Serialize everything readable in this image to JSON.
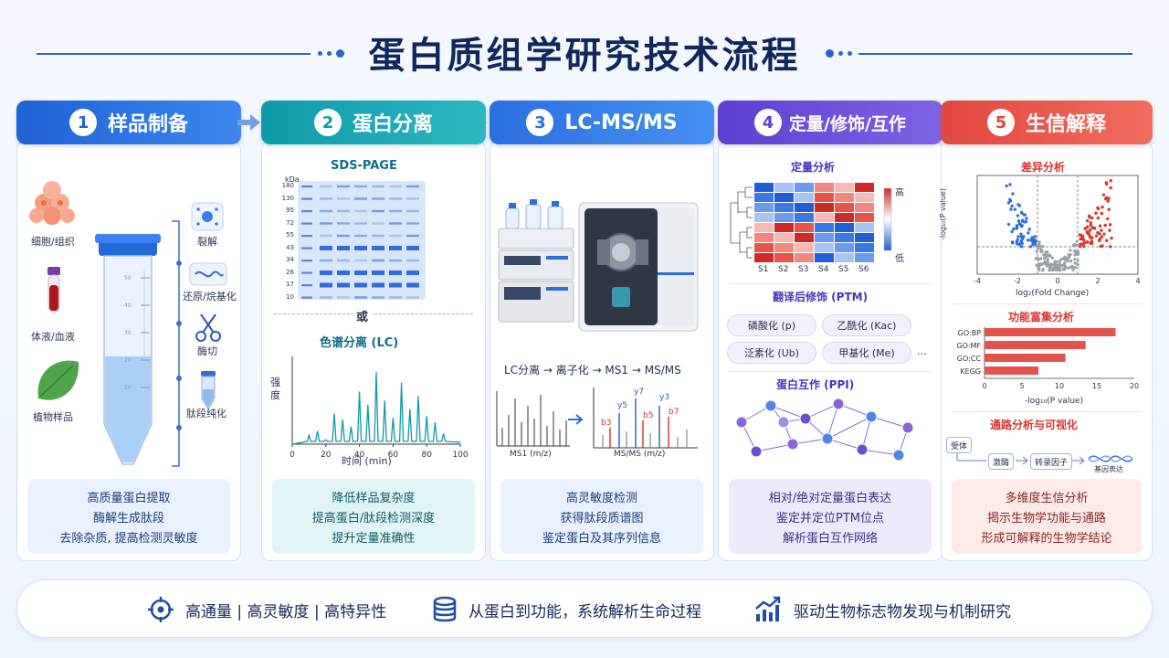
{
  "title": "蛋白质组学研究技术流程",
  "steps": [
    {
      "num": "1",
      "label": "样品制备"
    },
    {
      "num": "2",
      "label": "蛋白分离"
    },
    {
      "num": "3",
      "label": "LC-MS/MS"
    },
    {
      "num": "4",
      "label": "定量/修饰/互作"
    },
    {
      "num": "5",
      "label": "生信解释"
    }
  ],
  "step1": {
    "samples": [
      "细胞/组织",
      "体液/血液",
      "植物样品"
    ],
    "processes": [
      "裂解",
      "还原/烷基化",
      "酶切",
      "肽段纯化"
    ],
    "tube_ticks": [
      "50",
      "40",
      "30",
      "20",
      "10"
    ],
    "summary": [
      "高质量蛋白提取",
      "酶解生成肽段",
      "去除杂质, 提高检测灵敏度"
    ]
  },
  "step2": {
    "gel_title": "SDS-PAGE",
    "gel_unit": "kDa",
    "gel_markers": [
      "180",
      "130",
      "95",
      "72",
      "55",
      "43",
      "34",
      "26",
      "17",
      "10"
    ],
    "or_text": "或",
    "lc_title": "色谱分离 (LC)",
    "lc_ylabel": "强度",
    "lc_xlabel": "时间 (min)",
    "summary": [
      "降低样品复杂度",
      "提高蛋白/肽段检测深度",
      "提升定量准确性"
    ]
  },
  "step3": {
    "flow_text": "LC分离 → 离子化 → MS1 → MS/MS",
    "ms1_label": "MS1 (m/z)",
    "ms2_label": "MS/MS (m/z)",
    "ions": [
      "y5",
      "y7",
      "y3",
      "b3",
      "b5",
      "b7"
    ],
    "summary": [
      "高灵敏度检测",
      "获得肽段质谱图",
      "鉴定蛋白及其序列信息"
    ]
  },
  "step4": {
    "quant_title": "定量分析",
    "heatmap_samples": [
      "S1",
      "S2",
      "S3",
      "S4",
      "S5",
      "S6"
    ],
    "heat_high": "高",
    "heat_low": "低",
    "ptm_title": "翻译后修饰 (PTM)",
    "ptm_items": [
      "磷酸化 (p)",
      "乙酰化 (Kac)",
      "泛素化 (Ub)",
      "甲基化 (Me)"
    ],
    "ptm_more": "...",
    "ppi_title": "蛋白互作 (PPI)",
    "summary": [
      "相对/绝对定量蛋白表达",
      "鉴定并定位PTM位点",
      "解析蛋白互作网络"
    ]
  },
  "step5": {
    "volcano_title": "差异分析",
    "volcano_ylabel": "-log₁₀(P value)",
    "volcano_xlabel": "log₂(Fold Change)",
    "enrich_title": "功能富集分析",
    "enrich_xlabel": "-log₁₀(P value)",
    "pathway_title": "通路分析与可视化",
    "pathway_nodes": [
      "受体",
      "激酶",
      "转录因子",
      "基因表达"
    ],
    "summary": [
      "多维度生信分析",
      "揭示生物学功能与通路",
      "形成可解释的生物学结论"
    ]
  },
  "bottom": {
    "item1": "高通量 | 高灵敏度 | 高特异性",
    "item2": "从蛋白到功能，系统解析生命过程",
    "item3": "驱动生物标志物发现与机制研究"
  },
  "chart_data": [
    {
      "type": "bar",
      "categories": [
        "GO:BP",
        "GO:MF",
        "GO:CC",
        "KEGG"
      ],
      "values": [
        17.5,
        13.5,
        10.8,
        7.2
      ],
      "xlabel": "-log₁₀(P value)",
      "xlim": [
        0,
        20
      ],
      "xticks": [
        "0",
        "5",
        "10",
        "15",
        "20"
      ]
    },
    {
      "type": "line",
      "x": [
        10,
        15,
        20,
        25,
        30,
        35,
        40,
        45,
        50,
        55,
        60,
        65,
        70,
        75,
        80,
        85,
        90
      ],
      "values": [
        0.1,
        0.15,
        0.05,
        0.35,
        0.28,
        0.2,
        0.6,
        0.45,
        0.82,
        0.5,
        0.3,
        0.7,
        0.4,
        0.55,
        0.32,
        0.25,
        0.12
      ],
      "xlabel": "时间 (min)",
      "ylabel": "强度",
      "xlim": [
        0,
        100
      ],
      "xticks": [
        "0",
        "20",
        "40",
        "60",
        "80",
        "100"
      ]
    },
    {
      "type": "scatter",
      "xlabel": "log₂(Fold Change)",
      "ylabel": "-log₁₀(P value)",
      "xlim": [
        -4,
        4
      ],
      "xticks": [
        "-4",
        "-2",
        "0",
        "2",
        "4"
      ]
    }
  ]
}
